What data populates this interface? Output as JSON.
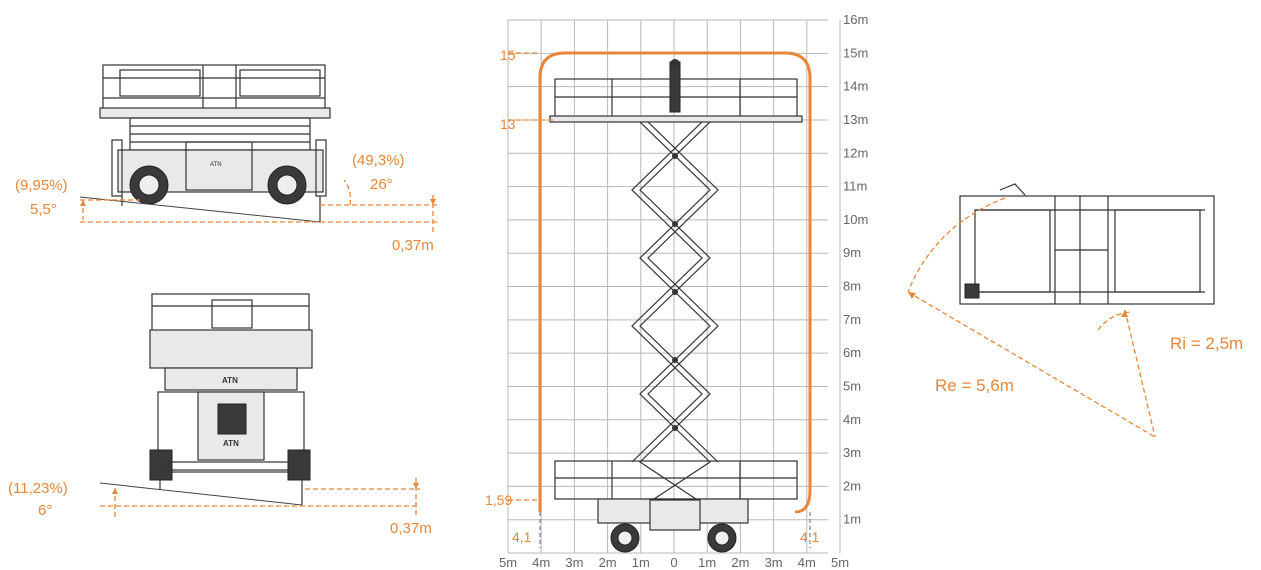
{
  "side_view": {
    "grade_percent": "(9,95%)",
    "grade_degrees": "5,5°",
    "outrigger_percent": "(49,3%)",
    "outrigger_degrees": "26°",
    "height_offset": "0,37m"
  },
  "front_view": {
    "grade_percent": "(11,23%)",
    "grade_degrees": "6°",
    "height_offset": "0,37m",
    "logo_text": "ATN"
  },
  "work_envelope": {
    "y_axis_labels": [
      "16m",
      "15m",
      "14m",
      "13m",
      "12m",
      "11m",
      "10m",
      "9m",
      "8m",
      "7m",
      "6m",
      "5m",
      "4m",
      "3m",
      "2m",
      "1m"
    ],
    "x_axis_labels": [
      "5m",
      "4m",
      "3m",
      "2m",
      "1m",
      "0",
      "1m",
      "2m",
      "3m",
      "4m",
      "5m"
    ],
    "marker_top": "15",
    "marker_platform": "13",
    "marker_bottom": "1,59",
    "outreach_left": "4,1",
    "outreach_right": "4,1"
  },
  "turning": {
    "outer_radius": "Re = 5,6m",
    "inner_radius": "Ri = 2,5m"
  },
  "colors": {
    "accent": "#e8873a",
    "grid": "#b9b9b9",
    "machine": "#333333"
  }
}
